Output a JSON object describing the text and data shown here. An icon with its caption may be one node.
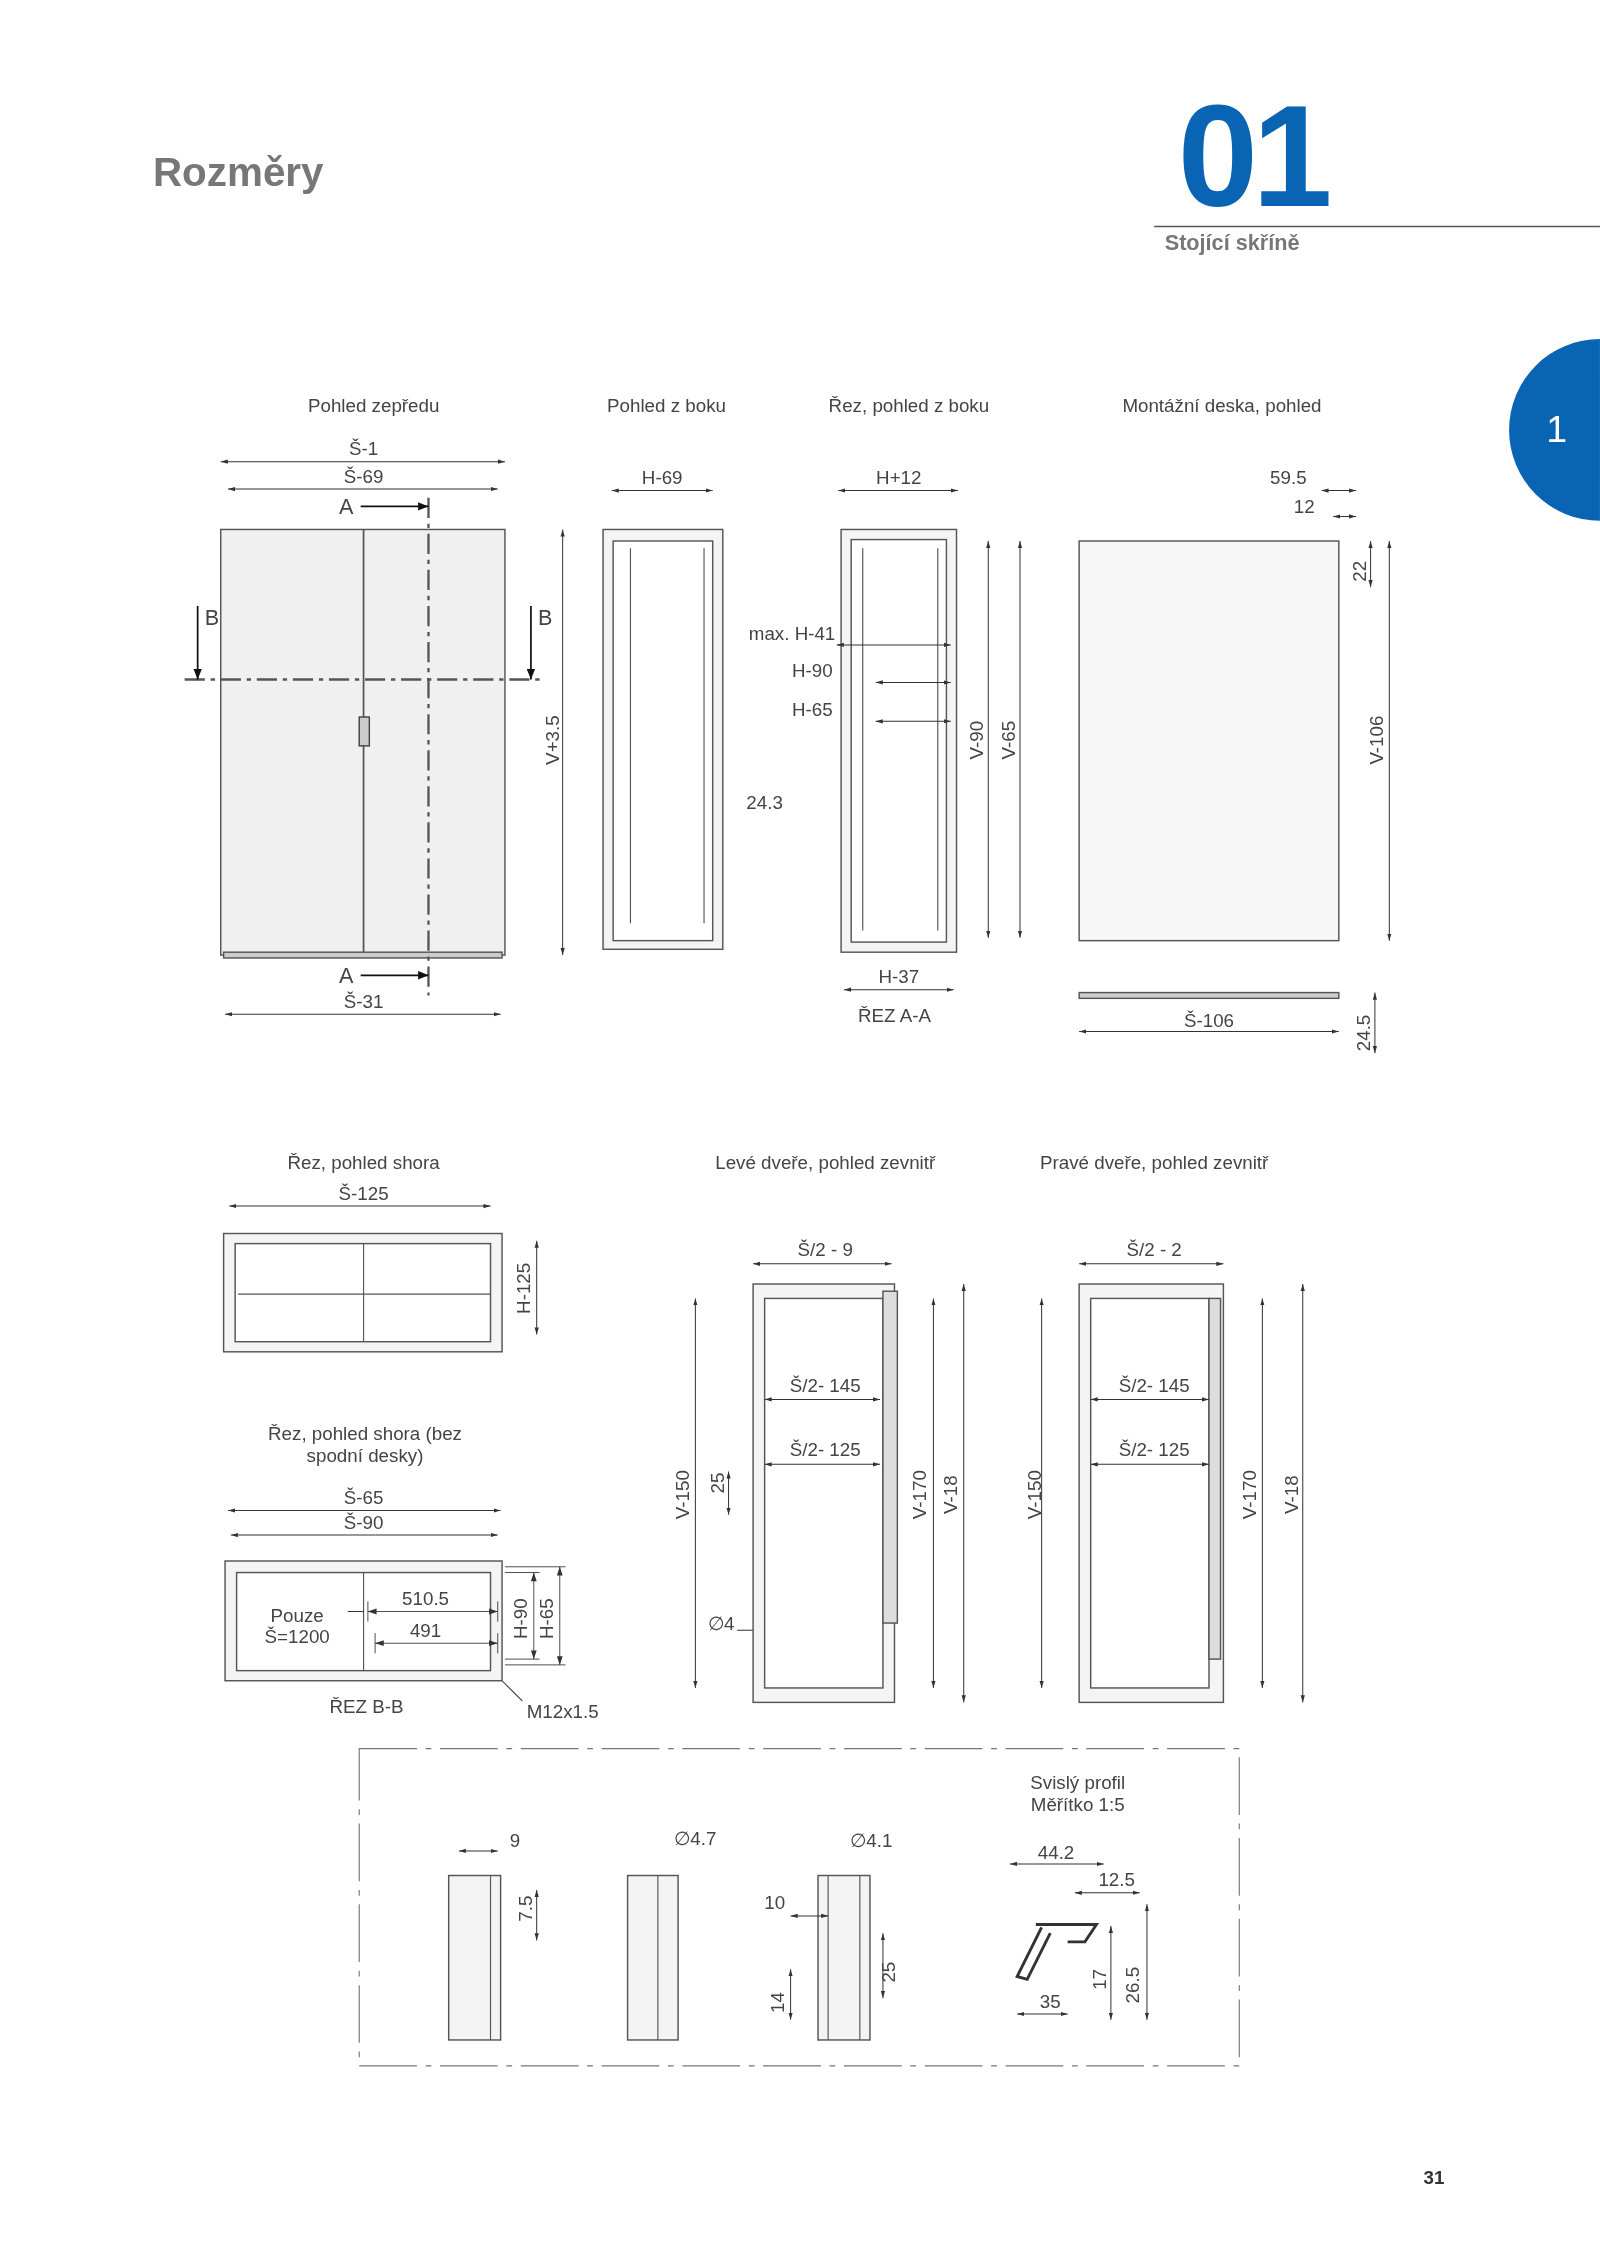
{
  "diagram": {
    "title": "Rozměry",
    "nodes": [
      {
        "text": [
          "Pouze Š=1200"
        ],
        "in": 3
      },
      {
        "text": [
          "∅4"
        ]
      },
      {
        "text": [
          "M12x1.5"
        ]
      },
      {
        "text": [],
        "shape": "picture"
      }
    ],
    "edges": [
      {
        "from": 0,
        "to": null,
        "arrow": "none"
      },
      {
        "from": 1,
        "to": null,
        "arrow": "none"
      },
      {
        "from": 2,
        "to": 3,
        "arrow": "none"
      }
    ],
    "labels": [
      "01",
      "Stojící skříně",
      "1",
      "Pohled zepředu",
      "Pohled z boku",
      "Řez, pohled z boku",
      "Montážní deska, pohled",
      "Š-1",
      "Š-69",
      "A",
      "B",
      "B",
      "V+3.5",
      "A",
      "Š-31",
      "H-69",
      "24.3",
      "H+12",
      "max. H-41",
      "H-90",
      "H-65",
      "V-90",
      "V-65",
      "H-37",
      "ŘEZ A-A",
      "59.5",
      "12",
      "22",
      "V-106",
      "Š-106",
      "24.5",
      "Řez, pohled shora",
      "Š-125",
      "H-125",
      "Levé dveře, pohled zevnitř",
      "Pravé dveře, pohled zevnitř",
      "Š/2 - 9",
      "Š/2- 145",
      "Š/2- 125",
      "V-150",
      "25",
      "V-170",
      "V-18",
      "Š/2 - 2",
      "Š/2- 145",
      "Š/2- 125",
      "V-150",
      "V-170",
      "V-18",
      "Řez, pohled shora (bez spodní desky)",
      "Š-65",
      "Š-90",
      "510.5",
      "491",
      "H-90",
      "H-65",
      "ŘEZ B-B",
      "Svislý profil Měřítko 1:5",
      "9",
      "7.5",
      "∅4.7",
      "∅4.1",
      "10",
      "14",
      "25",
      "44.2",
      "12.5",
      "17",
      "26.5",
      "35",
      "31"
    ]
  }
}
